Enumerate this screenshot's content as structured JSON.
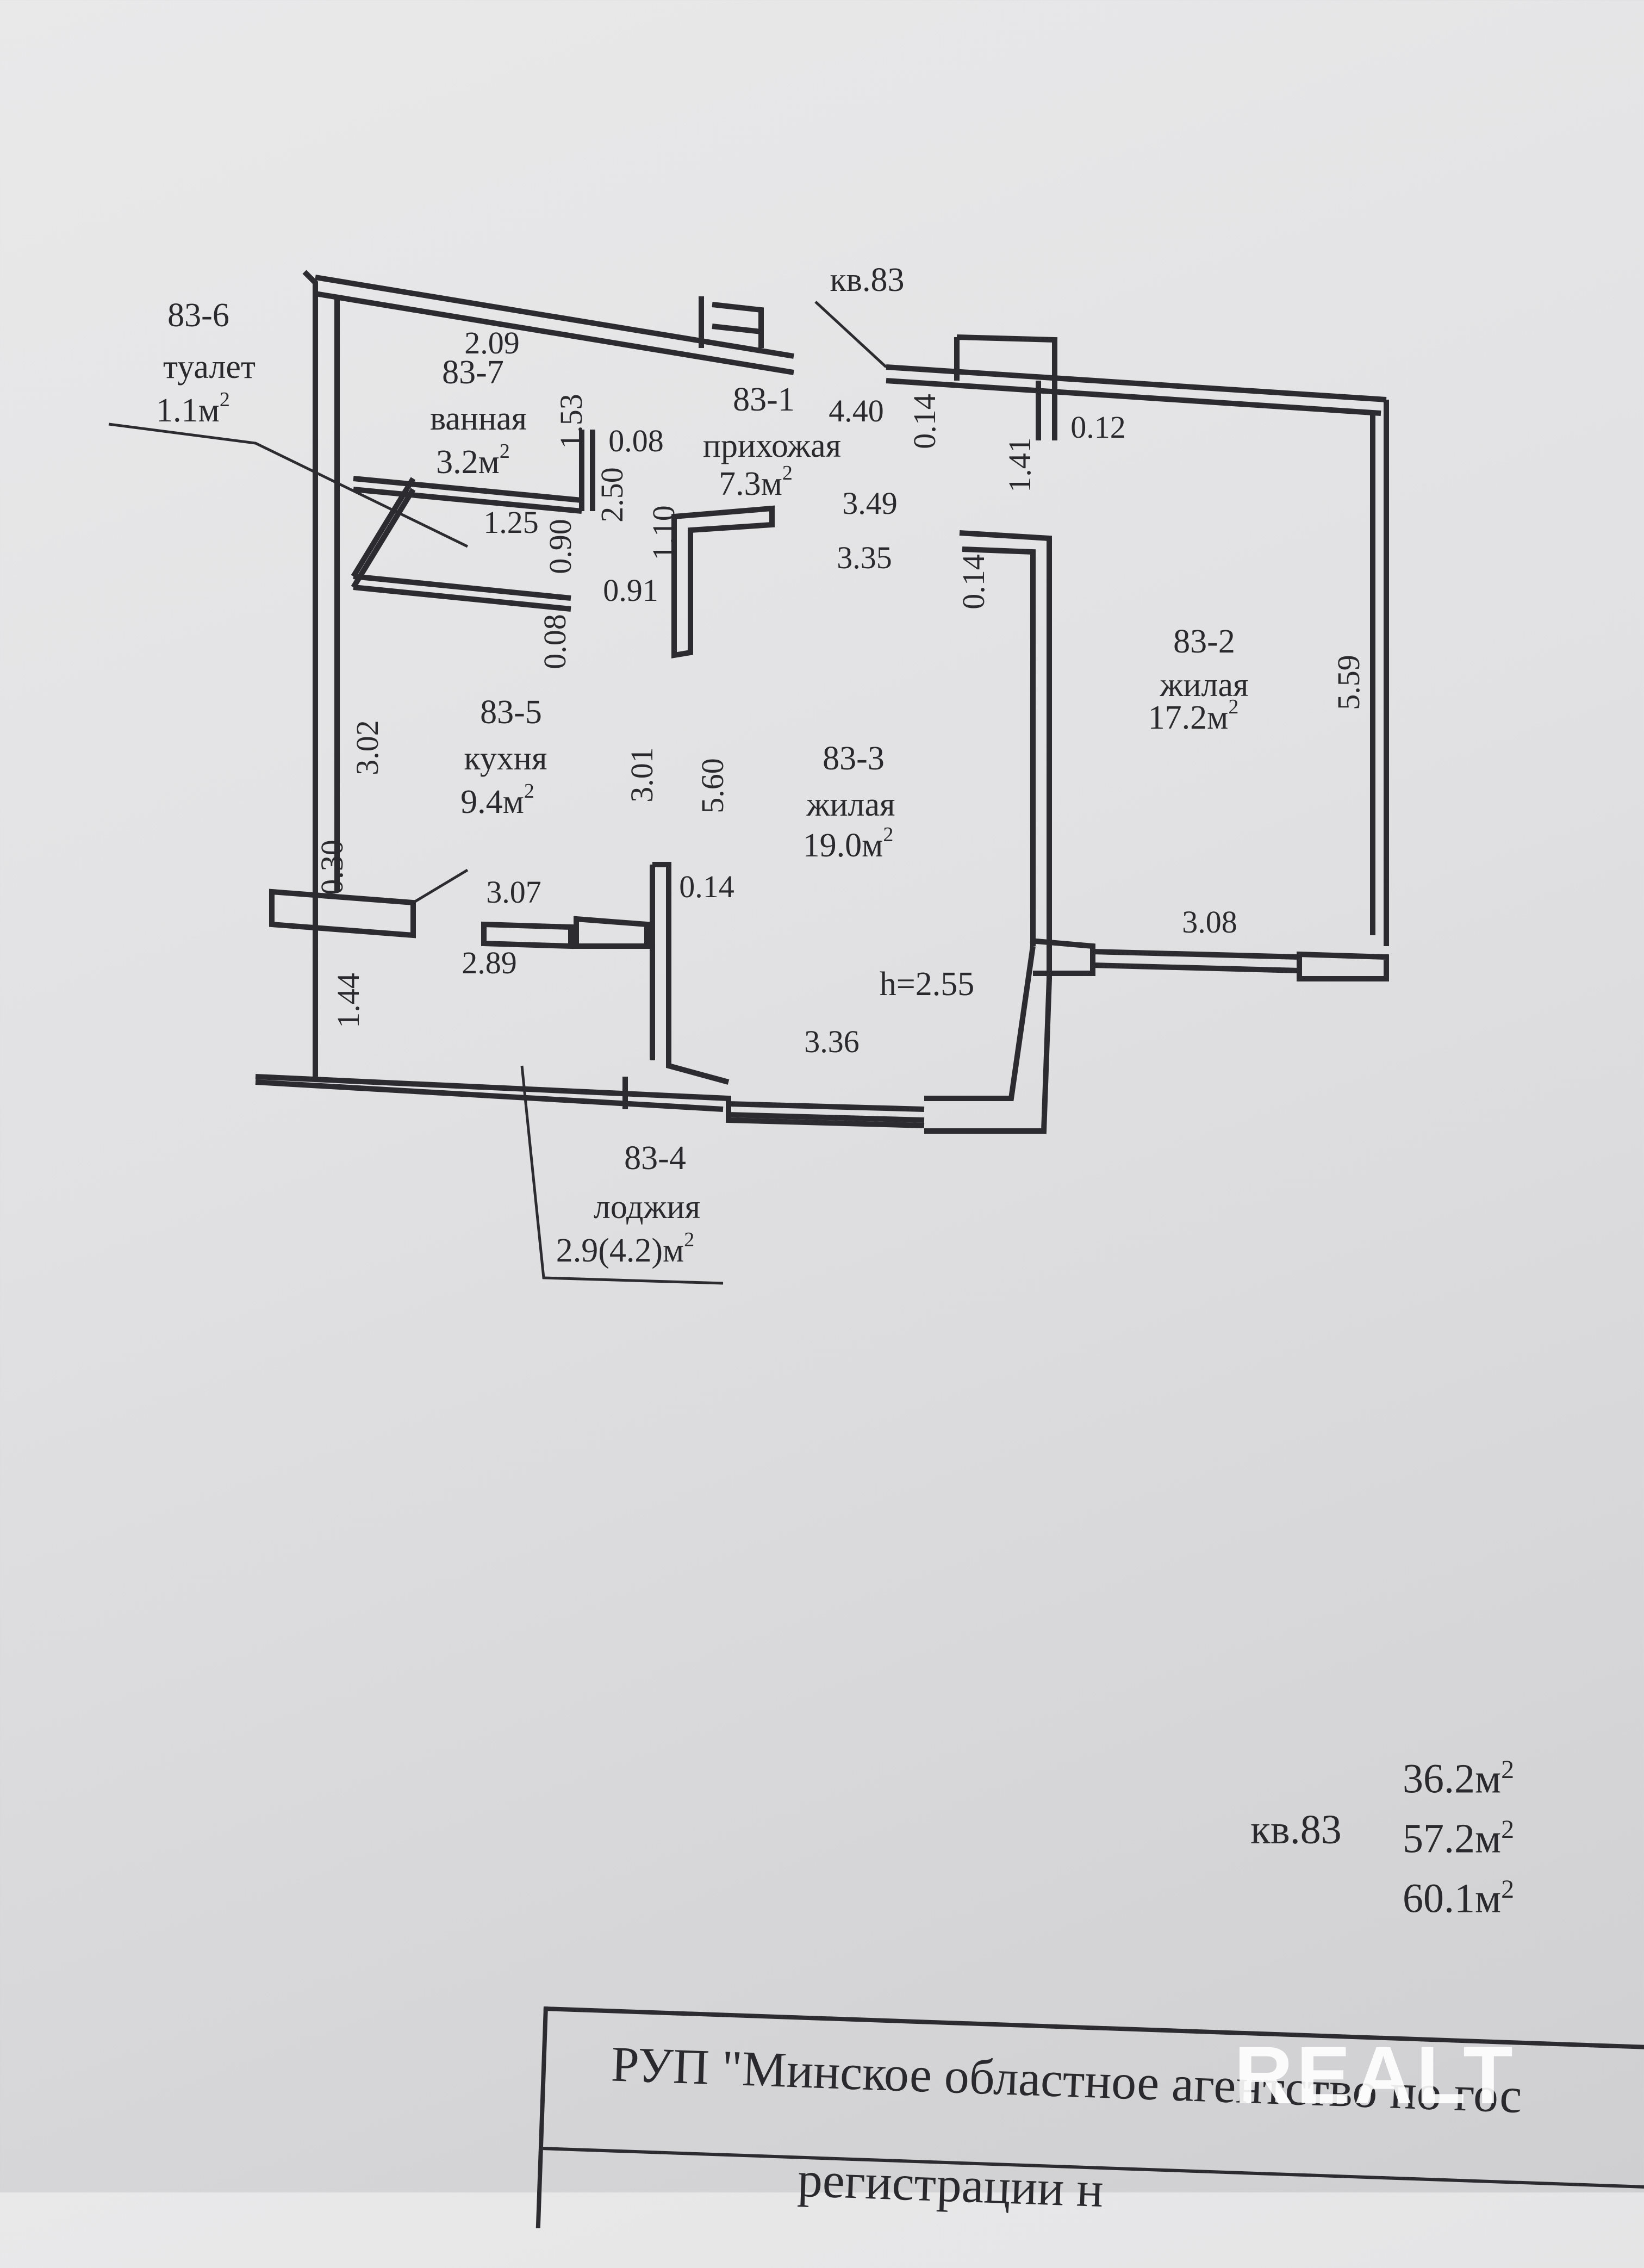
{
  "title": "кв.83",
  "rooms": [
    {
      "id": "83-1",
      "name": "прихожая",
      "area": "7.3м"
    },
    {
      "id": "83-2",
      "name": "жилая",
      "area": "17.2м"
    },
    {
      "id": "83-3",
      "name": "жилая",
      "area": "19.0м"
    },
    {
      "id": "83-4",
      "name": "лоджия",
      "area": "2.9(4.2)м"
    },
    {
      "id": "83-5",
      "name": "кухня",
      "area": "9.4м"
    },
    {
      "id": "83-6",
      "name": "туалет",
      "area": "1.1м"
    },
    {
      "id": "83-7",
      "name": "ванная",
      "area": "3.2м"
    }
  ],
  "area_sup": "2",
  "height": "h=2.55",
  "dimensions": {
    "d209": "2.09",
    "d440": "4.40",
    "d153": "1.53",
    "d008a": "0.08",
    "d250": "2.50",
    "d125": "1.25",
    "d090": "0.90",
    "d091": "0.91",
    "d110": "1.10",
    "d008b": "0.08",
    "d349": "3.49",
    "d335": "3.35",
    "d014a": "0.14",
    "d012": "0.12",
    "d141": "1.41",
    "d014b": "0.14",
    "d559": "5.59",
    "d302": "3.02",
    "d301": "3.01",
    "d560": "5.60",
    "d030": "0.30",
    "d307": "3.07",
    "d289": "2.89",
    "d014c": "0.14",
    "d308": "3.08",
    "d144": "1.44",
    "d336": "3.36"
  },
  "totals": {
    "apartment": "кв.83",
    "living": "36.2м",
    "total": "57.2м",
    "with_loggia": "60.1м"
  },
  "stamp": {
    "line1": "РУП \"Минское областное агентство по гос",
    "line2": "регистрации н"
  },
  "watermark": "REALT"
}
